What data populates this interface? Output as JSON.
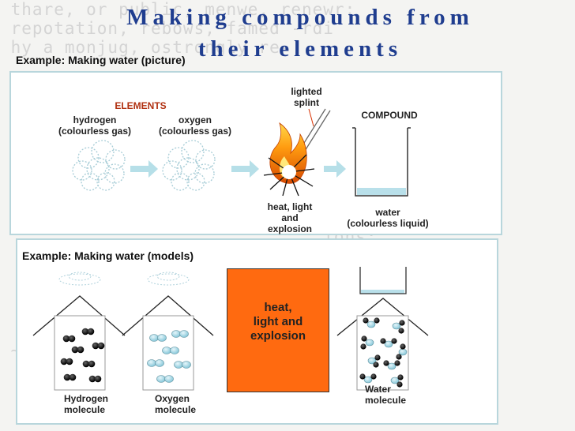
{
  "title": {
    "line1": "Making compounds from",
    "line2": "their elements"
  },
  "picture_section": {
    "heading": "Example: Making water (picture)",
    "elements_label": "ELEMENTS",
    "hydrogen": {
      "name": "hydrogen",
      "desc": "(colourless gas)"
    },
    "oxygen": {
      "name": "oxygen",
      "desc": "(colourless gas)"
    },
    "splint": {
      "line1": "lighted",
      "line2": "splint"
    },
    "reaction": {
      "line1": "heat, light",
      "line2": "and",
      "line3": "explosion"
    },
    "compound_label": "COMPOUND",
    "water": {
      "name": "water",
      "desc": "(colourless liquid)"
    }
  },
  "models_section": {
    "heading": "Example: Making water (models)",
    "reaction": {
      "line1": "heat,",
      "line2": "light and",
      "line3": "explosion"
    },
    "hydrogen": {
      "line1": "Hydrogen",
      "line2": "molecule"
    },
    "oxygen": {
      "line1": "Oxygen",
      "line2": "molecule"
    },
    "water": {
      "line1": "Water",
      "line2": "molecule"
    }
  },
  "colors": {
    "title": "#1f3d8f",
    "elements_label": "#b03010",
    "reaction_box": "#ff6a10",
    "arrow": "#b6dfe8",
    "panel_border": "#b8d6dc",
    "oxygen_atom": "#a9d8e4"
  }
}
